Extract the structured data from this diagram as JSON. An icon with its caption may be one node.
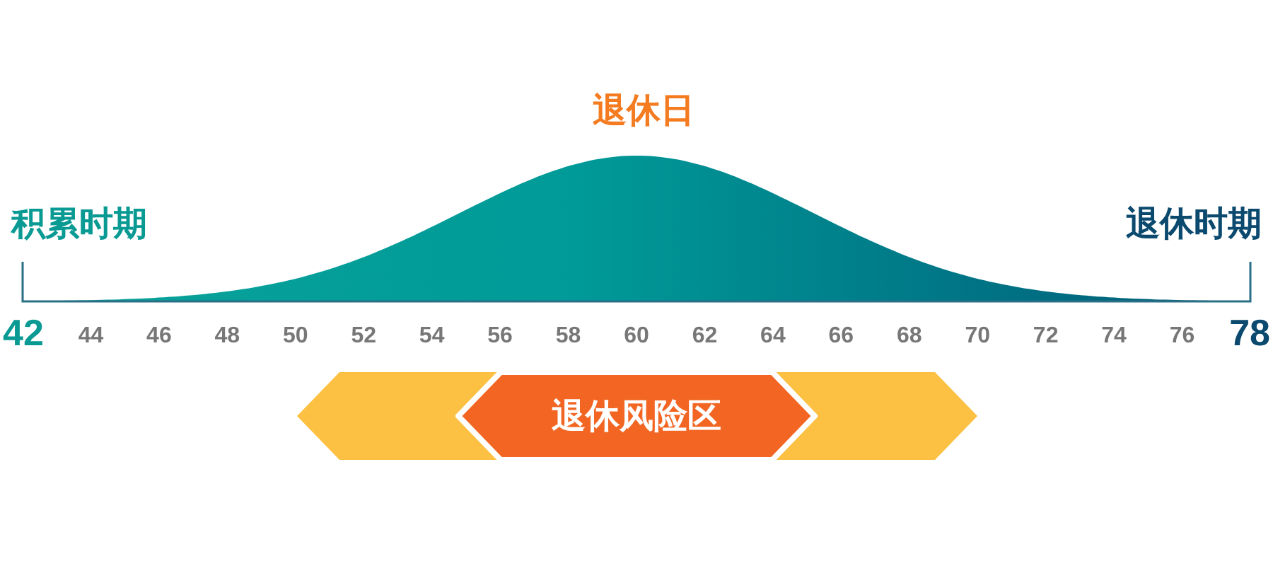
{
  "diagram": {
    "nodes": [
      {
        "text": [],
        "shape": "pentagon"
      },
      {
        "text": [
          "退休风险区"
        ]
      },
      {
        "text": [],
        "shape": "pentagon"
      }
    ],
    "labels": [
      "退休日",
      "积累时期",
      "退休时期",
      "42",
      "44",
      "46",
      "48",
      "50",
      "52",
      "54",
      "56",
      "58",
      "60",
      "62",
      "64",
      "66",
      "68",
      "70",
      "72",
      "74",
      "76",
      "78"
    ]
  }
}
